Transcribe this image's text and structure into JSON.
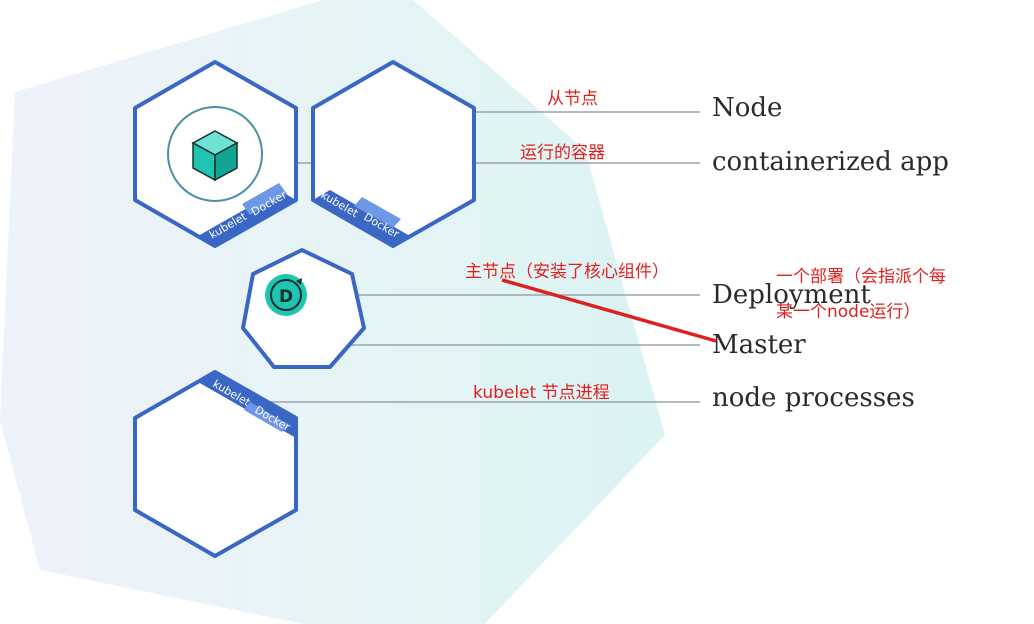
{
  "terms": {
    "node": "Node",
    "containerized_app": "containerized app",
    "deployment": "Deployment",
    "master": "Master",
    "node_processes": "node processes"
  },
  "annotations": {
    "node_note": "从节点",
    "app_note": "运行的容器",
    "master_note": "主节点（安装了核心组件）",
    "deployment_note_line1": "一个部署（会指派个每",
    "deployment_note_line2": "某一个node运行）",
    "processes_note": "kubelet 节点进程"
  },
  "badges": {
    "kubelet": "kubelet",
    "docker": "Docker"
  },
  "deployment_icon_letter": "D",
  "colors": {
    "hex_stroke": "#3a66c4",
    "badge_blue": "#3a66c4",
    "badge_light": "#5f8be0",
    "cube": "#20c4b0",
    "annotation_red": "#e02020",
    "leader_line": "#9aa3ad",
    "background_tint": "#e3f4f5"
  },
  "icons": [
    "cube-icon",
    "deployment-icon"
  ]
}
